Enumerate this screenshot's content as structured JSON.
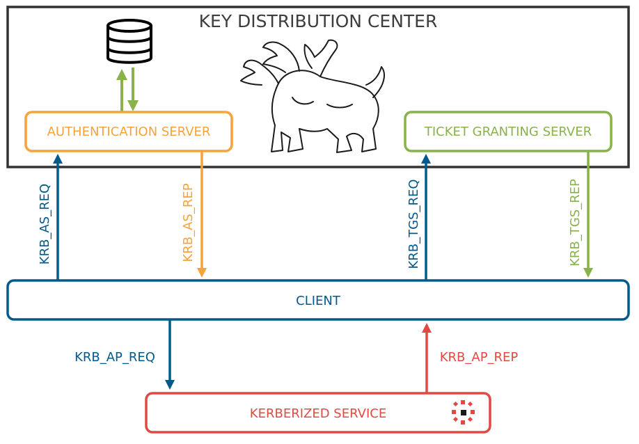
{
  "kdc": {
    "title": "KEY DISTRIBUTION CENTER"
  },
  "components": {
    "authentication_server": "AUTHENTICATION SERVER",
    "ticket_granting_server": "TICKET GRANTING SERVER",
    "client": "CLIENT",
    "kerberized_service": "KERBERIZED SERVICE"
  },
  "messages": {
    "as_req": "KRB_AS_REQ",
    "as_rep": "KRB_AS_REP",
    "tgs_req": "KRB_TGS_REQ",
    "tgs_rep": "KRB_TGS_REP",
    "ap_req": "KRB_AP_REQ",
    "ap_rep": "KRB_AP_REP"
  },
  "icons": {
    "database": "database-icon",
    "cerberus": "cerberus-icon",
    "service_logo": "service-logo-icon"
  },
  "colors": {
    "kdc_border": "#333333",
    "title_text": "#3d3d3d",
    "authentication": "#f7a23b",
    "ticket_granting": "#8ab24a",
    "client": "#005a8c",
    "service": "#e04a43"
  }
}
